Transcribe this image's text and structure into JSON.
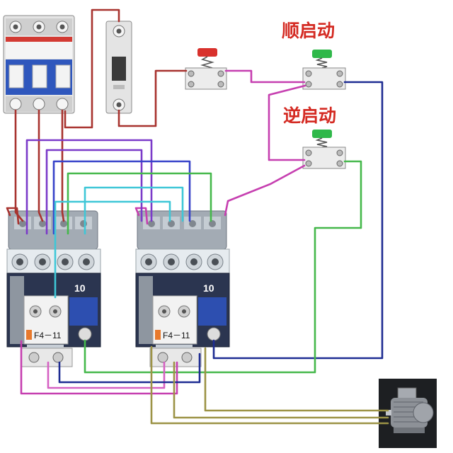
{
  "labels": {
    "forward_start": "顺启动",
    "reverse_start": "逆启动"
  },
  "label_color": "#d42a22",
  "contactors": [
    {
      "rating": "10",
      "aux_block": "F4－11"
    },
    {
      "rating": "10",
      "aux_block": "F4－11"
    }
  ],
  "button_colors": {
    "stop": "#d8312c",
    "start": "#2fb84a"
  },
  "wire_colors": {
    "dark_red": "#a8332f",
    "magenta": "#c63fb0",
    "pink": "#d661c3",
    "navy": "#1e2c92",
    "green": "#45b84b",
    "purple": "#7b3ac9",
    "blue": "#3742c9",
    "cyan": "#3fc7d7",
    "olive": "#9c9346"
  }
}
